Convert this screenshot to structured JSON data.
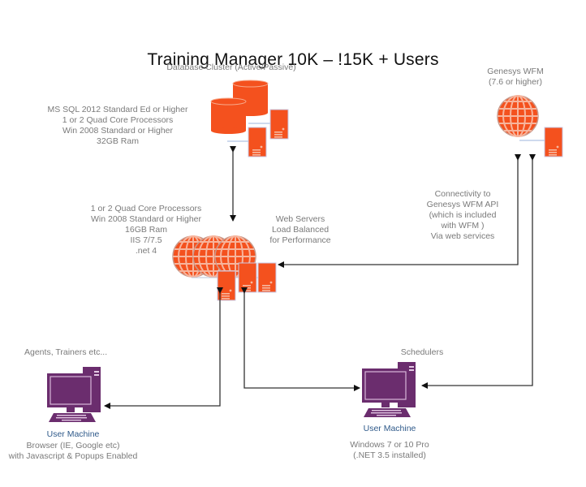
{
  "title": "Training Manager 10K – !15K + Users",
  "database": {
    "label": "Database Cluster (Active/Passive)",
    "specs": [
      "MS SQL 2012 Standard Ed or Higher",
      "1 or 2 Quad Core Processors",
      "Win 2008 Standard or Higher",
      "32GB Ram"
    ]
  },
  "genesys": {
    "label": [
      "Genesys WFM",
      "(7.6 or higher)"
    ],
    "connectivity": [
      "Connectivity to",
      "Genesys WFM API",
      "(which is included",
      "with WFM )",
      "Via web services"
    ]
  },
  "web_servers": {
    "specs": [
      "1 or 2 Quad Core Processors",
      "Win 2008 Standard or Higher",
      "16GB Ram",
      "IIS 7/7.5",
      ".net 4"
    ],
    "label": [
      "Web Servers",
      "Load Balanced",
      "for Performance"
    ]
  },
  "agents": {
    "group_label": "Agents, Trainers etc...",
    "machine_label": "User Machine",
    "details": [
      "Browser (IE, Google etc)",
      "with Javascript & Popups Enabled"
    ]
  },
  "schedulers": {
    "group_label": "Schedulers",
    "machine_label": "User Machine",
    "details": [
      "Windows 7 or 10 Pro",
      "(.NET 3.5 installed)"
    ]
  },
  "colors": {
    "server_orange": "#f4511e",
    "computer_purple": "#6b2d6e",
    "connector": "#333333",
    "text_gray": "#7a7a7a",
    "machine_label_blue": "#2f5a8a"
  }
}
